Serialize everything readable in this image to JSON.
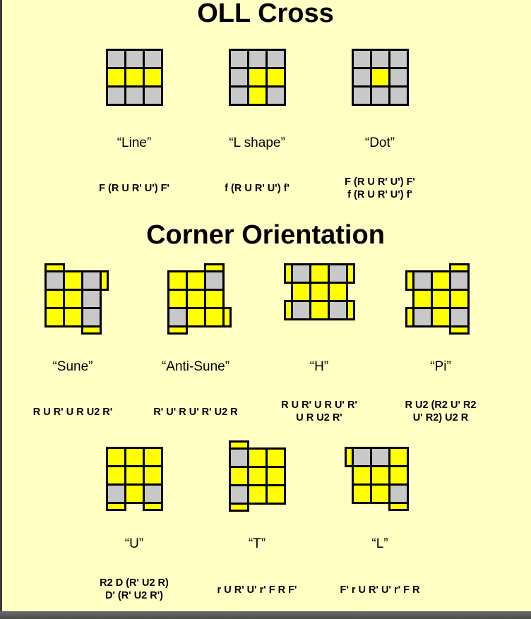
{
  "colors": {
    "background": "#ffffc4",
    "yellow": "#ffff00",
    "gray": "#c8c8c8",
    "border": "#000000"
  },
  "sections": {
    "oll_cross": {
      "title": "OLL Cross",
      "cases": [
        {
          "name": "“Line”",
          "alg": [
            "F (R U R' U') F'"
          ],
          "grid": [
            "GGG",
            "YYY",
            "GGG"
          ],
          "stickers": []
        },
        {
          "name": "“L shape”",
          "alg": [
            "f (R U R' U') f'"
          ],
          "grid": [
            "GGG",
            "GYY",
            "GYG"
          ],
          "stickers": []
        },
        {
          "name": "“Dot”",
          "alg": [
            "F (R U R' U') F'",
            "f (R U R' U') f'"
          ],
          "grid": [
            "GGG",
            "GYG",
            "GGG"
          ],
          "stickers": []
        }
      ]
    },
    "corner_orientation": {
      "title": "Corner Orientation",
      "cases": [
        {
          "name": "“Sune”",
          "alg": [
            "R U R' U R U2 R'"
          ],
          "grid": [
            "GYG",
            "YYG",
            "YYG"
          ],
          "stickers": [
            "t0",
            "r0",
            "b2"
          ]
        },
        {
          "name": "“Anti-Sune”",
          "alg": [
            "R' U' R U' R' U2 R"
          ],
          "grid": [
            "YYG",
            "YYY",
            "GYY"
          ],
          "stickers": [
            "t2",
            "r2",
            "b0"
          ]
        },
        {
          "name": "“H”",
          "alg": [
            "R U R' U R U' R'",
            "U R U2 R'"
          ],
          "grid": [
            "GYG",
            "YYY",
            "GYG"
          ],
          "stickers": [
            "l0",
            "r0",
            "l2",
            "r2"
          ]
        },
        {
          "name": "“Pi”",
          "alg": [
            "R U2 (R2 U' R2",
            "U' R2) U2 R"
          ],
          "grid": [
            "GYG",
            "YYY",
            "GYG"
          ],
          "stickers": [
            "l0",
            "l2",
            "t2",
            "b2"
          ]
        },
        {
          "name": "“U”",
          "alg": [
            "R2 D (R' U2 R)",
            "D' (R' U2 R')"
          ],
          "grid": [
            "YYY",
            "YYY",
            "GYG"
          ],
          "stickers": [
            "b0",
            "b2"
          ]
        },
        {
          "name": "“T”",
          "alg": [
            "r U R' U' r' F R F'"
          ],
          "grid": [
            "GYY",
            "YYY",
            "GYY"
          ],
          "stickers": [
            "t0",
            "b0"
          ]
        },
        {
          "name": "“L”",
          "alg": [
            "F' r U R' U' r' F R"
          ],
          "grid": [
            "GGY",
            "YYY",
            "YYG"
          ],
          "stickers": [
            "l0",
            "b2"
          ]
        }
      ]
    }
  }
}
